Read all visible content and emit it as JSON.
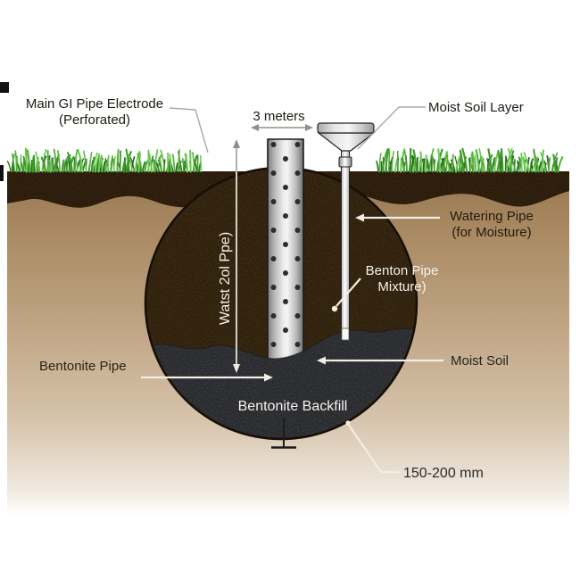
{
  "diagram": {
    "labels": {
      "main_electrode": {
        "line1": "Main GI Pipe Electrode",
        "line2": "(Perforated)"
      },
      "width_dimension": "3 meters",
      "moist_soil_layer": "Moist Soil Layer",
      "watering_pipe": {
        "line1": "Watering Pipe",
        "line2": "(for Moisture)"
      },
      "benton_mixture": {
        "line1": "Benton Pipe",
        "line2": "Mixture)"
      },
      "vertical_pipe_label": "Watst 2ol Ppe)",
      "bentonite_pipe": "Bentonite Pipe",
      "moist_soil": "Moist Soil",
      "bentonite_backfill": "Bentonite Backfill",
      "depth_range": "150-200 mm"
    },
    "palette": {
      "topsoil_brown": "#3c2b17",
      "subsoil_tan": "#c0a584",
      "pit_soil_brown": "#44301b",
      "bentonite_gray": "#3d4044",
      "grass_green": "#3f9b2c",
      "pipe_metal": "#d9d9d9",
      "leader_white": "#f3eee4",
      "leader_gray": "#9a9a9a",
      "text_dark": "#1f1a12",
      "text_light": "#f6f2ea"
    }
  }
}
